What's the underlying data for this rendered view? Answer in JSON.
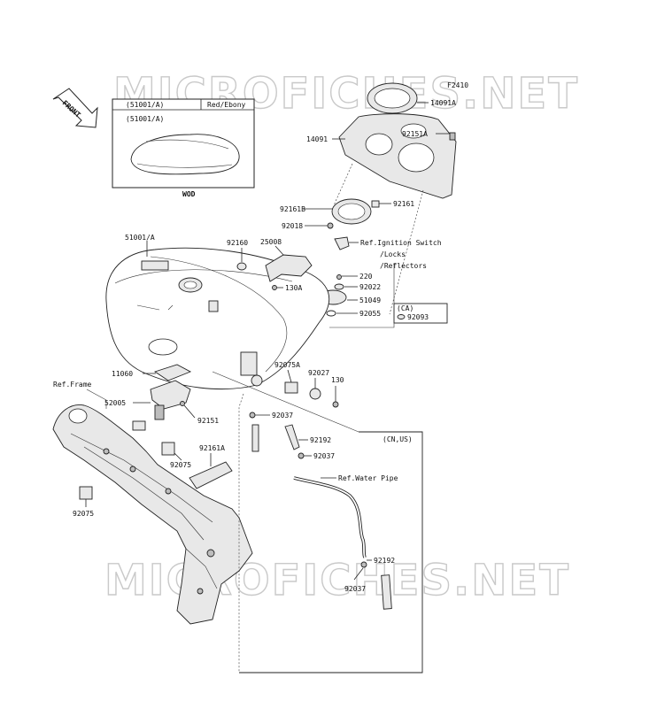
{
  "figure_code": "F2410",
  "watermarks": [
    "MICROFICHES.NET",
    "MICROFICHES.NET"
  ],
  "front_arrow_label": "FRONT",
  "color_table": {
    "header_code": "(51001/A)",
    "header_color": "Red/Ebony",
    "inset_code": "(51001/A)",
    "inset_caption": "WOD"
  },
  "labels": {
    "p14091A": "14091A",
    "p14091": "14091",
    "p92151A": "92151A",
    "p92161B": "92161B",
    "p92161": "92161",
    "p92018": "92018",
    "ref_ignition_1": "Ref.Ignition Switch",
    "ref_ignition_2": "/Locks",
    "ref_ignition_3": "/Reflectors",
    "p51001A": "51001/A",
    "p92160": "92160",
    "p25008": "25008",
    "p220": "220",
    "p92022": "92022",
    "p130A": "130A",
    "p51049": "51049",
    "p92055": "92055",
    "ca_box": "(CA)",
    "p92093": "92093",
    "ref_frame": "Ref.Frame",
    "p11060": "11060",
    "p92075A": "92075A",
    "p92027": "92027",
    "p130": "130",
    "p52005": "52005",
    "p92151": "92151",
    "p92037a": "92037",
    "p92192a": "92192",
    "cn_us": "(CN,US)",
    "p92037b": "92037",
    "ref_water_pipe": "Ref.Water Pipe",
    "p92161A": "92161A",
    "p92075a": "92075",
    "p92075b": "92075",
    "p92192b": "92192",
    "p92037c": "92037"
  }
}
